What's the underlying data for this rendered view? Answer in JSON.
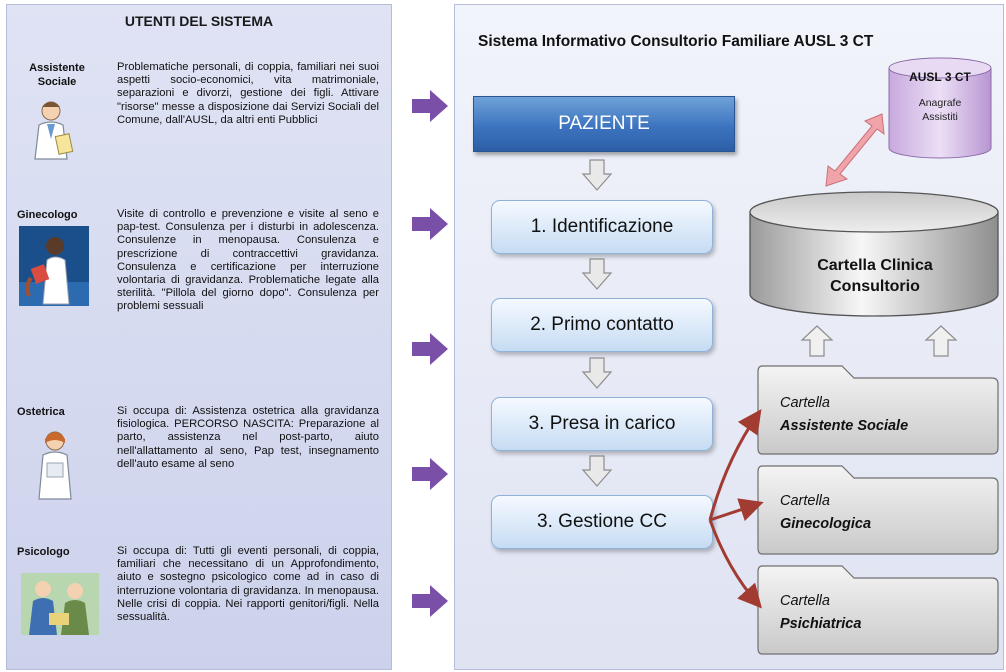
{
  "left": {
    "title": "UTENTI DEL SISTEMA",
    "users": [
      {
        "role": "Assistente Sociale",
        "description": "Problematiche personali, di coppia, familiari nei suoi aspetti socio-economici, vita matrimoniale, separazioni e divorzi, gestione dei figli. Attivare \"risorse\" messe a disposizione dai Servizi Sociali del Comune, dall'AUSL, da altri enti Pubblici"
      },
      {
        "role": "Ginecologo",
        "description": "Visite di controllo e prevenzione e visite al seno e pap-test. Consulenza per i disturbi in adolescenza. Consulenze in menopausa. Consulenza e prescrizione di contraccettivi gravidanza. Consulenza e certificazione per interruzione volontaria di gravidanza. Problematiche legate alla sterilità. \"Pillola del giorno dopo\". Consulenza per problemi sessuali"
      },
      {
        "role": "Ostetrica",
        "description": "Si occupa di: Assistenza ostetrica alla gravidanza fisiologica. PERCORSO NASCITA: Preparazione al parto, assistenza nel post-parto, aiuto nell'allattamento al seno, Pap test, insegnamento dell'auto esame al seno"
      },
      {
        "role": "Psicologo",
        "description": "Si occupa di: Tutti gli eventi personali, di coppia, familiari che necessitano di un Approfondimento, aiuto e sostegno psicologico come ad in caso di interruzione volontaria di gravidanza. In menopausa. Nelle crisi di coppia. Nei rapporti genitori/figli. Nella sessualità."
      }
    ]
  },
  "right": {
    "title": "Sistema Informativo Consultorio Familiare AUSL 3 CT",
    "paziente": "PAZIENTE",
    "steps": [
      "1. Identificazione",
      "2. Primo contatto",
      "3. Presa in carico",
      "3. Gestione CC"
    ],
    "ausl": {
      "title": "AUSL 3 CT",
      "line1": "Anagrafe",
      "line2": "Assistiti"
    },
    "database": {
      "line1": "Cartella Clinica",
      "line2": "Consultorio"
    },
    "folders": [
      {
        "line1": "Cartella",
        "line2": "Assistente Sociale"
      },
      {
        "line1": "Cartella",
        "line2": "Ginecologica"
      },
      {
        "line1": "Cartella",
        "line2": "Psichiatrica"
      }
    ]
  },
  "colors": {
    "left_panel": "#d6daf0",
    "right_panel": "#e8ebf7",
    "purple_arrow": "#7a4fa8",
    "paziente_blue": "#3d74bf",
    "step_fill": "#d7e6f7",
    "red_arrow": "#a23b32",
    "pink_arrow": "#f0a3a8",
    "ausl_cylinder": "#dcc7ea"
  },
  "icons": [
    "doctor-icon",
    "gynecologist-icon",
    "midwife-icon",
    "psychologist-icon",
    "arrow-right-icon",
    "arrow-down-icon",
    "arrow-up-icon"
  ]
}
